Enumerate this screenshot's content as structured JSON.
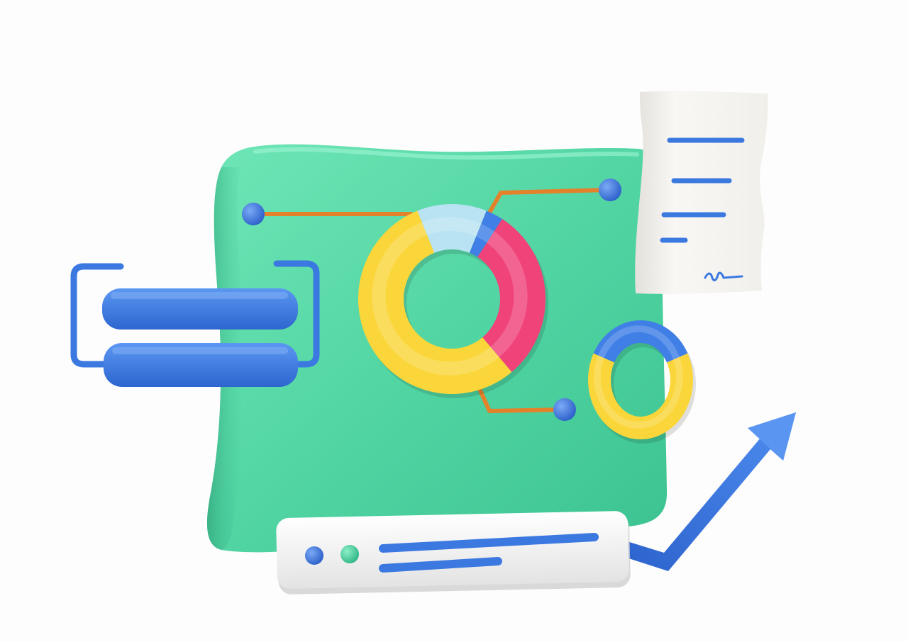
{
  "scene": {
    "background": "#fdfdfd",
    "palette": {
      "board": "#52d6a4",
      "board_dark": "#2fae82",
      "board_light": "#7ef0c5",
      "blue": "#3f7fe6",
      "blue_dark": "#2a5fc4",
      "yellow": "#fbd63a",
      "yellow_dark": "#e9b51e",
      "pink": "#f0437a",
      "pink_dark": "#c92a5f",
      "light_blue": "#b9e3f2",
      "orange": "#ee8a2e",
      "paper": "#f7f5f1",
      "paper_shadow": "#d9d6d0",
      "card": "#fafafa",
      "green_dot": "#45d1a0"
    },
    "main_donut": {
      "segments": [
        {
          "name": "light-blue",
          "color": "#b9e3f2",
          "value": 0.12
        },
        {
          "name": "blue",
          "color": "#3f7fe6",
          "value": 0.03
        },
        {
          "name": "pink",
          "color": "#f0437a",
          "value": 0.3
        },
        {
          "name": "yellow",
          "color": "#fbd63a",
          "value": 0.55
        }
      ]
    },
    "small_donut": {
      "segments": [
        {
          "name": "blue",
          "color": "#3f7fe6",
          "value": 0.35
        },
        {
          "name": "yellow",
          "color": "#fbd63a",
          "value": 0.65
        }
      ]
    },
    "trend": "up"
  }
}
